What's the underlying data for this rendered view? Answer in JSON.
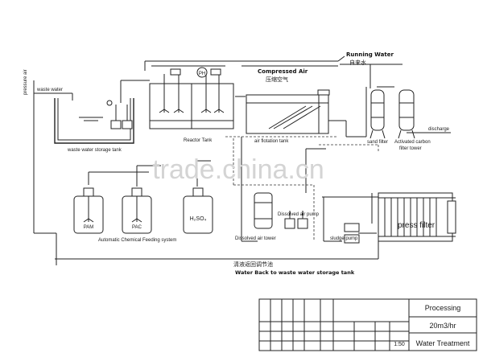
{
  "labels": {
    "pressure_air": "pressure air",
    "waste_water": "waste water",
    "waste_water_storage_tank": "waste water storage tank",
    "reactor_tank": "Reactor Tank",
    "ph": "PH",
    "compressed_air_en": "Compressed Air",
    "compressed_air_cn": "压缩空气",
    "running_water_en": "Running Water",
    "running_water_cn": "自来水",
    "air_flotation_tank": "air flotation tank",
    "sand_filter": "sand filter",
    "activated_carbon_line1": "Activated carbon",
    "activated_carbon_line2": "filter tower",
    "discharge": "discharge",
    "pam": "PAM",
    "pac": "PAC",
    "h2so4": "H₂SO₄",
    "chem_feeding": "Automatic Chemical Feeding system",
    "dissolved_air_pump": "Dissolved air pump",
    "dissolved_air_tower": "Dissolved air tower",
    "sludge_pump": "sludge pump",
    "press_filter": "press filter",
    "water_back_cn": "清液返回调节池",
    "water_back_en": "Water Back to waste water storage tank"
  },
  "title_block": {
    "processing": "Processing",
    "capacity": "20m3/hr",
    "scale": "1:50",
    "project": "Water Treatment"
  },
  "watermark": "trade.china.cn"
}
